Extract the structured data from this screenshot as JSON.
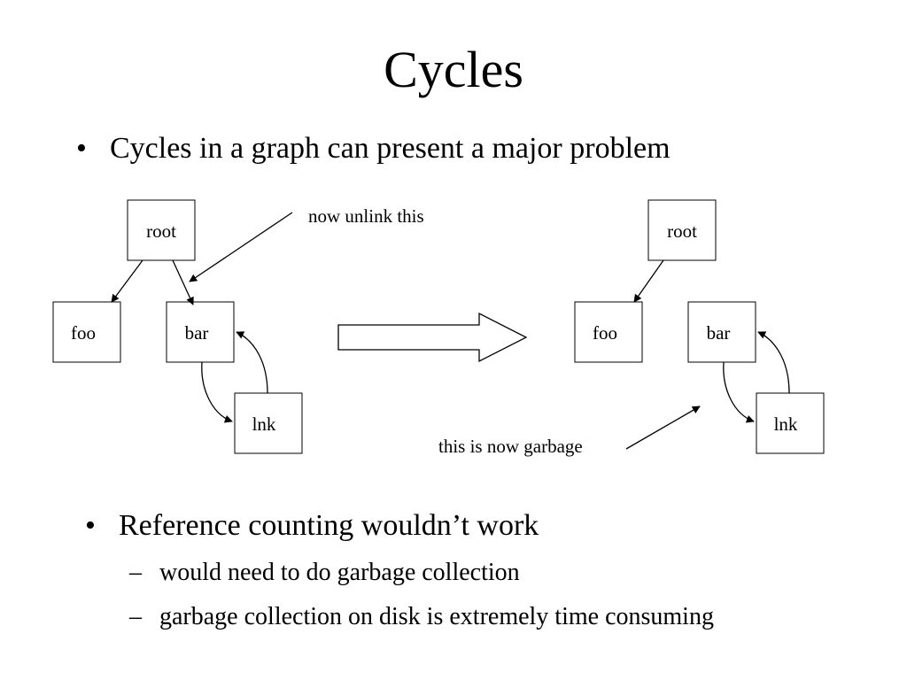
{
  "slide": {
    "title": "Cycles",
    "bullets": {
      "intro": "Cycles in a graph can present a major problem",
      "refcount": "Reference counting wouldn’t work",
      "sub1": "would need to do garbage collection",
      "sub2": "garbage collection on disk is extremely time consuming"
    },
    "bullet_glyph": "•",
    "dash_glyph": "–"
  },
  "diagram": {
    "before": {
      "nodes": {
        "root": "root",
        "foo": "foo",
        "bar": "bar",
        "lnk": "lnk"
      },
      "annotation": "now unlink this"
    },
    "after": {
      "nodes": {
        "root": "root",
        "foo": "foo",
        "bar": "bar",
        "lnk": "lnk"
      },
      "annotation": "this is now garbage"
    }
  }
}
